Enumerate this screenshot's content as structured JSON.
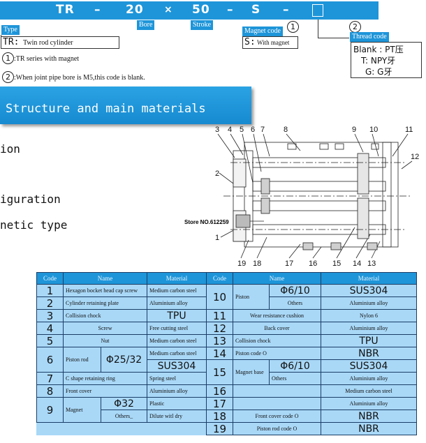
{
  "header": {
    "code_parts": [
      "TR",
      "–",
      "20",
      "×",
      "50",
      "–",
      "S",
      "–"
    ],
    "type_label": "Type",
    "bore_label": "Bore",
    "stroke_label": "Stroke",
    "magnet_label": "Magnet code",
    "thread_label": "Thread code",
    "marker1": "1",
    "marker2": "2"
  },
  "legend": {
    "tr_code": "TR:",
    "tr_desc": "Twin rod cylinder",
    "s_code": "S:",
    "s_desc": "With magnet",
    "thread_opts": [
      "Blank : PT压",
      "T: NPY牙",
      "G: G牙"
    ],
    "note1_num": "1",
    "note1": ":TR series with magnet",
    "note2_num": "2",
    "note2": ":When joint pipe bore is M5,this code is blank."
  },
  "banner": {
    "title": "Structure and main materials"
  },
  "side_text": [
    "ion",
    "iguration",
    "netic type"
  ],
  "diagram": {
    "top_numbers": [
      "3",
      "4",
      "5",
      "6",
      "7",
      "8",
      "9",
      "10",
      "11"
    ],
    "right_number": "12",
    "left_numbers": [
      "2",
      "1"
    ],
    "bottom_numbers": [
      "19",
      "18",
      "17",
      "16",
      "15",
      "14",
      "13"
    ],
    "watermark": "Store NO.612259"
  },
  "table": {
    "headers": [
      "Code",
      "Name",
      "Material",
      "Code",
      "Name",
      "Material"
    ],
    "left": {
      "r1": {
        "code": "1",
        "name": "Hexagon bocket head cap screw",
        "mat": "Medium carbon steel"
      },
      "r2": {
        "code": "2",
        "name": "Cylinder retaining plate",
        "mat": "Aluminium alloy"
      },
      "r3": {
        "code": "3",
        "name": "Collision chock",
        "mat": "TPU"
      },
      "r4": {
        "code": "4",
        "name": "Screw",
        "mat": "Free cutting steel"
      },
      "r5": {
        "code": "5",
        "name": "Nut",
        "mat": "Medium carbon steel"
      },
      "r6": {
        "code": "6",
        "name": "Piston rod",
        "sub1": "Φ25/32",
        "mat1": "Medium carbon steel",
        "mat2": "SUS304"
      },
      "r7": {
        "code": "7",
        "name": "C shape retaining ring",
        "mat": "Spring steel"
      },
      "r8": {
        "code": "8",
        "name": "Front cover",
        "mat": "Aluminium alloy"
      },
      "r9": {
        "code": "9",
        "name": "Magnet",
        "sub1": "Φ32",
        "mat1": "Plastic",
        "sub2": "Others_",
        "mat2": "Dilute witl dry"
      }
    },
    "right": {
      "r10": {
        "code": "10",
        "name": "Piston",
        "sub1": "Φ6/10",
        "mat1": "SUS304",
        "sub2": "Others",
        "mat2": "Aluminium alloy"
      },
      "r11": {
        "code": "11",
        "name": "Wear resistance cushion",
        "mat": "Nylon 6"
      },
      "r12": {
        "code": "12",
        "name": "Back cover",
        "mat": "Aluminium alloy"
      },
      "r13": {
        "code": "13",
        "name": "Collision chock",
        "mat": "TPU"
      },
      "r14": {
        "code": "14",
        "name": "Piston code O",
        "mat": "NBR"
      },
      "r15": {
        "code": "15",
        "name": "Magnet base",
        "sub1": "Φ6/10",
        "mat1": "SUS304",
        "sub2": "Others",
        "mat2": "Aluminium alloy"
      },
      "r16": {
        "code": "16",
        "name": "",
        "mat": "Medium carbon steel"
      },
      "r17": {
        "code": "17",
        "name": "",
        "mat": "Aluminium alloy"
      },
      "r18": {
        "code": "18",
        "name": "Front cover code O",
        "mat": "NBR"
      },
      "r19": {
        "code": "19",
        "name": "Piston rod code O",
        "mat": "NBR"
      }
    }
  }
}
